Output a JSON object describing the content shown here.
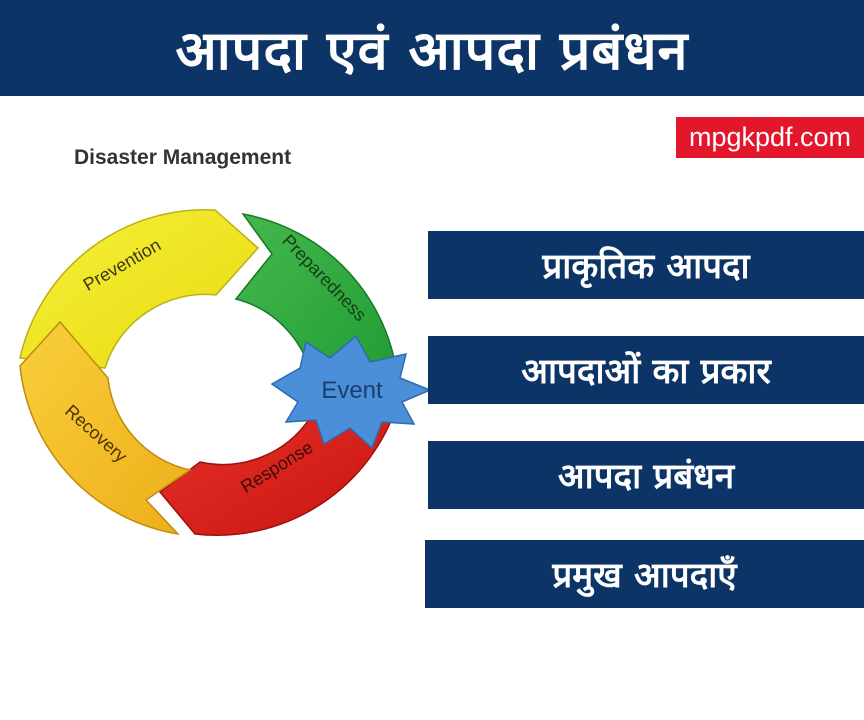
{
  "header": {
    "title": "आपदा एवं आपदा प्रबंधन"
  },
  "badge": {
    "text": "mpgkpdf.com"
  },
  "diagram": {
    "title": "Disaster Management",
    "phases": [
      {
        "label": "Prevention",
        "color": "#f2ea1a"
      },
      {
        "label": "Preparedness",
        "color": "#2faa3c"
      },
      {
        "label": "Response",
        "color": "#e3201d"
      },
      {
        "label": "Recovery",
        "color": "#f4c12a"
      }
    ],
    "event": {
      "label": "Event",
      "color": "#4a90d9"
    }
  },
  "topics": [
    "प्राकृतिक आपदा",
    "आपदाओं का प्रकार",
    "आपदा प्रबंधन",
    "प्रमुख आपदाएँ"
  ]
}
